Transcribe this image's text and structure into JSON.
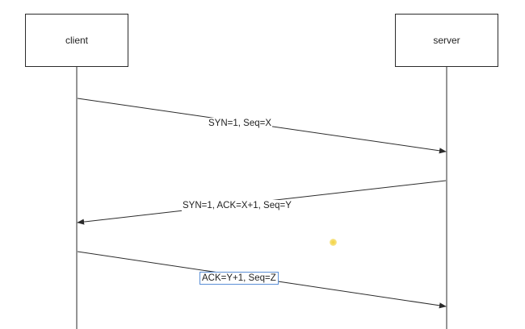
{
  "actors": {
    "client": "client",
    "server": "server"
  },
  "messages": [
    {
      "label": "SYN=1, Seq=X",
      "from": "client",
      "to": "server"
    },
    {
      "label": "SYN=1, ACK=X+1, Seq=Y",
      "from": "server",
      "to": "client"
    },
    {
      "label": "ACK=Y+1, Seq=Z",
      "from": "client",
      "to": "server",
      "selected": true
    }
  ],
  "colors": {
    "line": "#2b2b2b",
    "selection": "#5b8fd6",
    "cursor": "#f3d23a"
  }
}
